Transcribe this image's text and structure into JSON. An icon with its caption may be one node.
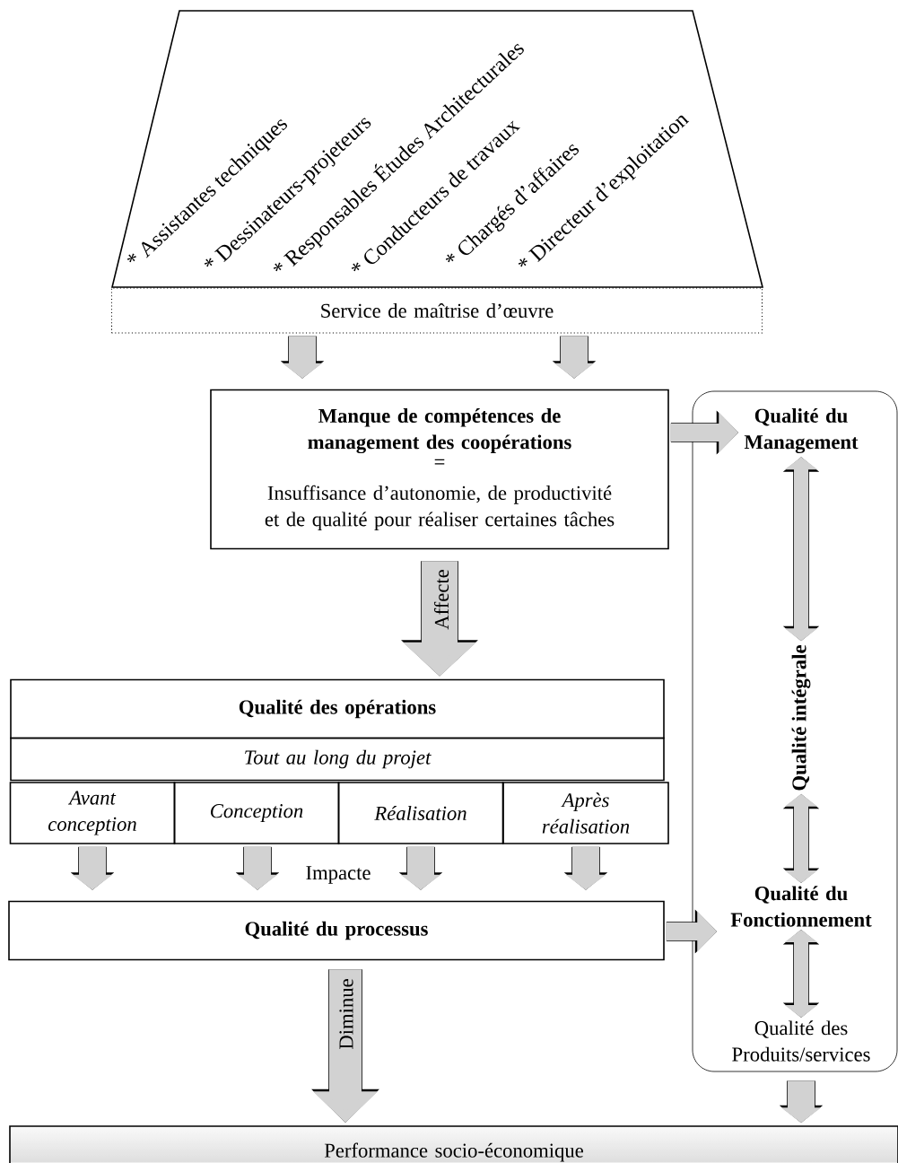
{
  "diagram": {
    "nodes": [
      {
        "text": [
          "* Assistantes techniques",
          "* Dessinateurs-projeteurs",
          "* Responsables Études Architecturales",
          "* Conducteurs de travaux",
          "* Chargés d’affaires",
          "* Directeur d’exploitation"
        ]
      },
      {
        "text": [
          "Service de maîtrise d’œuvre"
        ]
      },
      {
        "text": [
          "Manque de compétences de management des coopérations",
          "=",
          "Insuffisance d’autonomie, de productivité et de qualité pour réaliser certaines tâches"
        ]
      },
      {
        "text": [
          "Qualité des opérations"
        ]
      },
      {
        "text": [
          "Tout au long du projet"
        ]
      },
      {
        "text": [
          "Avant conception"
        ]
      },
      {
        "text": [
          "Conception"
        ]
      },
      {
        "text": [
          "Réalisation"
        ]
      },
      {
        "text": [
          "Après réalisation"
        ]
      },
      {
        "text": [
          "Qualité du processus"
        ]
      },
      {
        "text": [],
        "shape": "box"
      },
      {
        "text": [
          "Qualité du Management"
        ],
        "in": 10
      },
      {
        "text": [
          "Qualité intégrale"
        ],
        "in": 10
      },
      {
        "text": [
          "Qualité du Fonctionnement"
        ],
        "in": 10
      },
      {
        "text": [
          "Qualité des Produits/services"
        ],
        "in": 10
      },
      {
        "text": [
          "Performance socio-économique"
        ]
      }
    ],
    "edges": [
      {
        "from": 1,
        "to": 2,
        "arrow": "to"
      },
      {
        "from": 1,
        "to": 2,
        "arrow": "to"
      },
      {
        "from": 2,
        "to": 3,
        "arrow": "to",
        "label": "Affecte"
      },
      {
        "from": 2,
        "to": 11,
        "arrow": "to"
      },
      {
        "from": 11,
        "to": 12,
        "arrow": "both"
      },
      {
        "from": 12,
        "to": 13,
        "arrow": "both"
      },
      {
        "from": 13,
        "to": 14,
        "arrow": "both"
      },
      {
        "from": 5,
        "to": 9,
        "arrow": "to"
      },
      {
        "from": 6,
        "to": 9,
        "arrow": "to"
      },
      {
        "from": 7,
        "to": 9,
        "arrow": "to"
      },
      {
        "from": 8,
        "to": 9,
        "arrow": "to"
      },
      {
        "from": 9,
        "to": 13,
        "arrow": "to"
      },
      {
        "from": 9,
        "to": 15,
        "arrow": "to",
        "label": "Diminue"
      },
      {
        "from": 10,
        "to": 15,
        "arrow": "to"
      }
    ],
    "labels": [
      "Impacte"
    ]
  }
}
